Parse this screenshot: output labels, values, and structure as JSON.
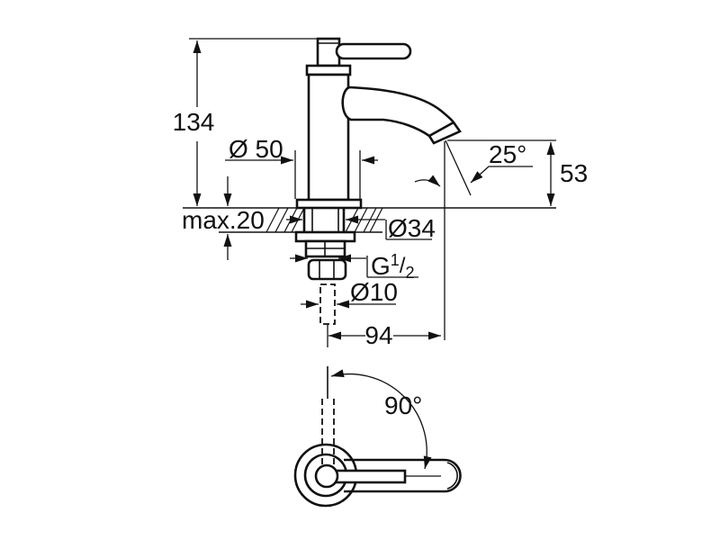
{
  "drawing": {
    "type": "faucet-installation-technical-drawing",
    "colors": {
      "line": "#111111",
      "background": "#ffffff"
    },
    "dimensions": {
      "height_total": "134",
      "base_diameter": "Ø 50",
      "deck_thickness": "max.20",
      "shank_diameter": "Ø34",
      "thread": {
        "g": "G",
        "sup": "1",
        "slash": "/",
        "sub": "2"
      },
      "pipe_diameter": "Ø10",
      "spout_reach": "94",
      "spout_angle": "25°",
      "outlet_height": "53",
      "handle_swing": "90°"
    }
  }
}
